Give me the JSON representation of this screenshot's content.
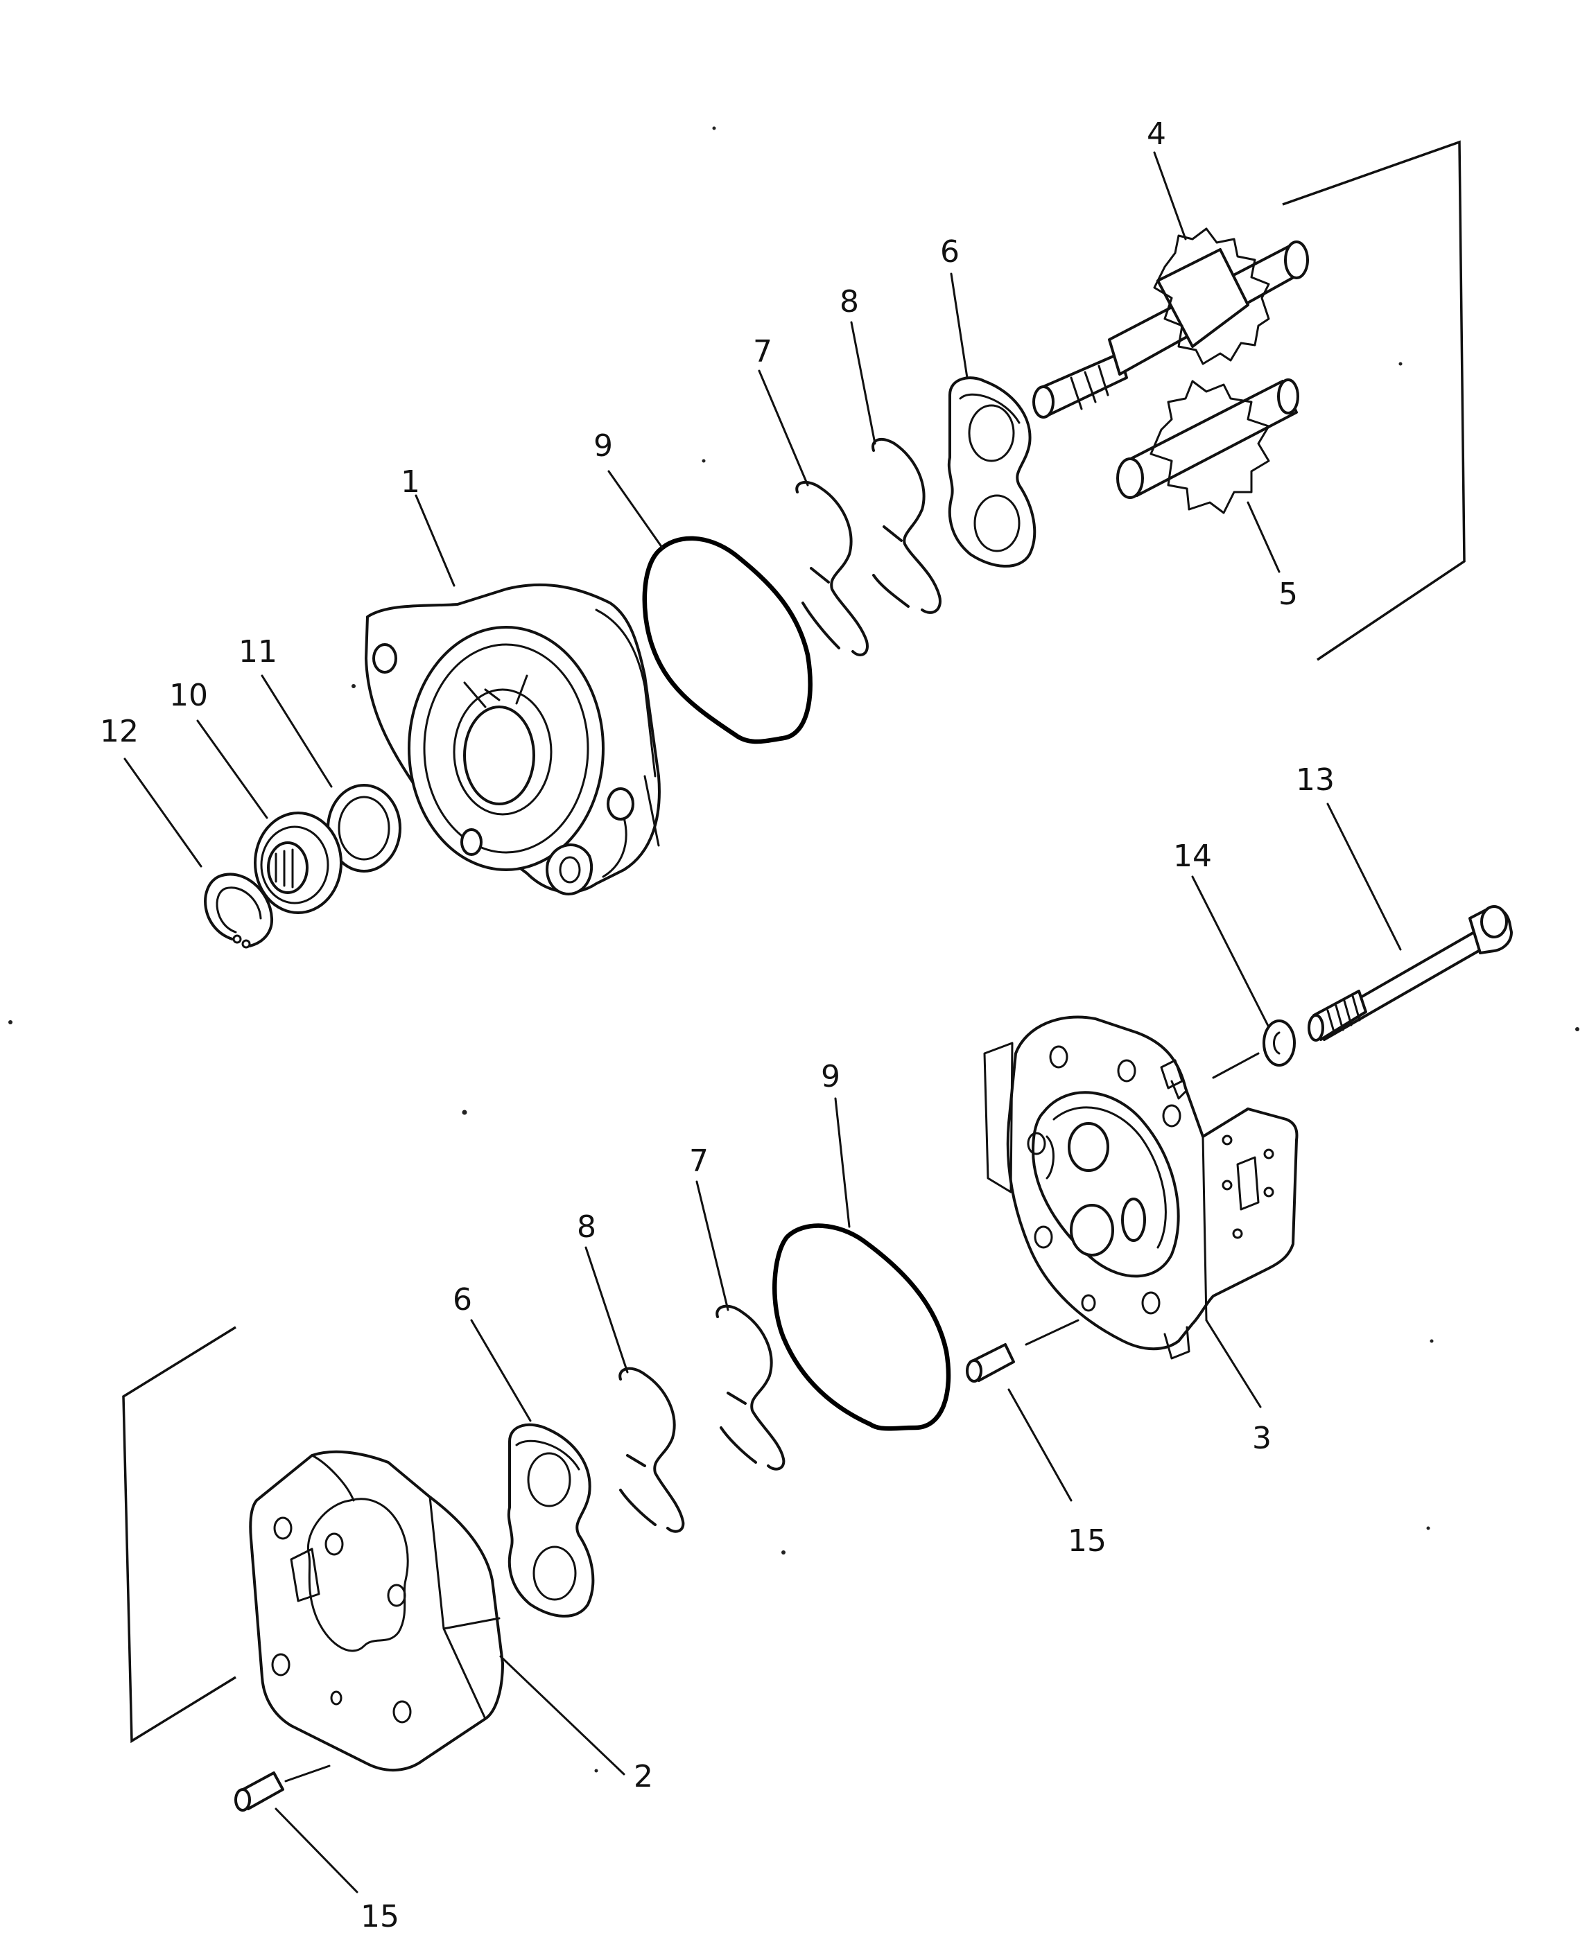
{
  "callouts": {
    "c1": "1",
    "c2": "2",
    "c3": "3",
    "c4": "4",
    "c5": "5",
    "c6_upper": "6",
    "c6_lower": "6",
    "c7_upper": "7",
    "c7_lower": "7",
    "c8_upper": "8",
    "c8_lower": "8",
    "c9_upper": "9",
    "c9_lower": "9",
    "c10": "10",
    "c11": "11",
    "c12": "12",
    "c13": "13",
    "c14": "14",
    "c15_right": "15",
    "c15_bottom": "15"
  }
}
